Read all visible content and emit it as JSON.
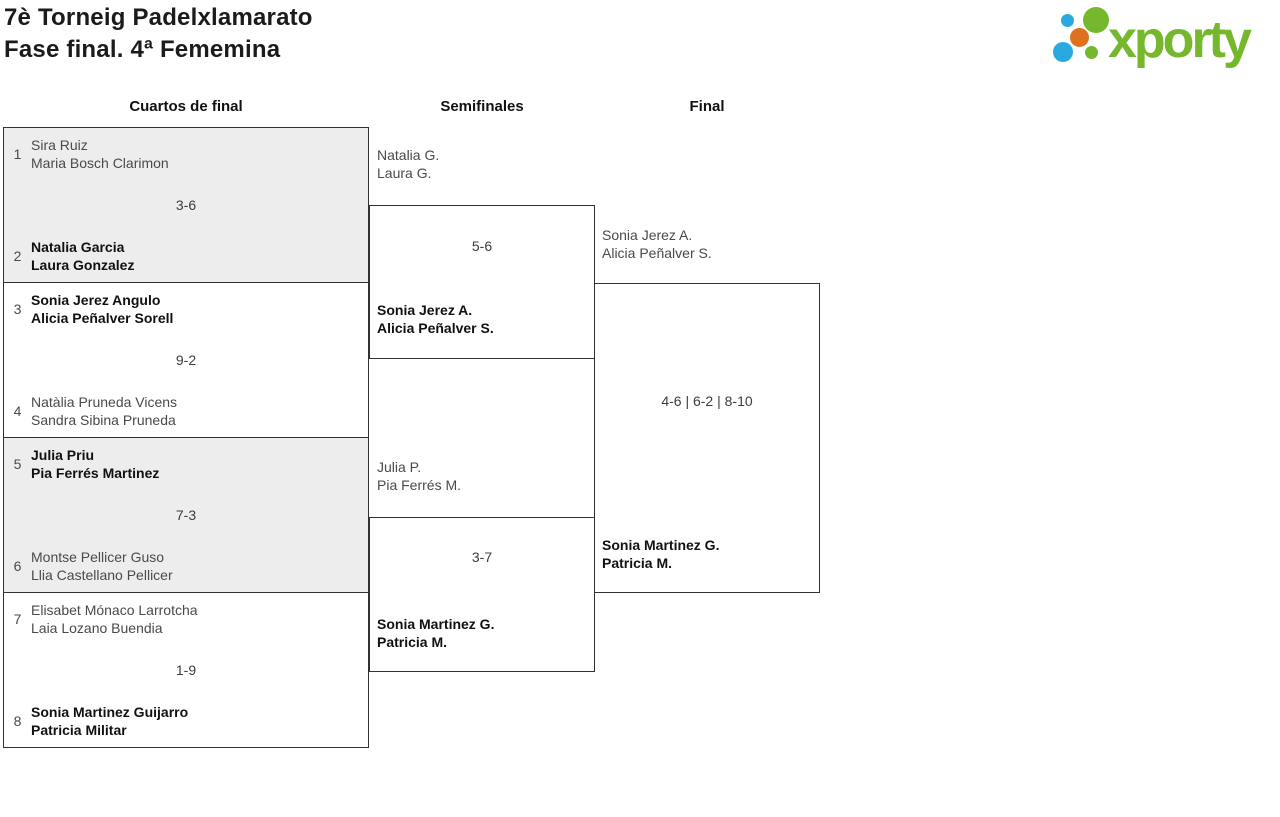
{
  "page": {
    "title_line1": "7è Torneig Padelxlamarato",
    "title_line2": "Fase final. 4ª Fememina"
  },
  "logo": {
    "text": "xporty",
    "colors": {
      "green": "#76b82d",
      "blue": "#29a9e0",
      "orange": "#e0711c"
    }
  },
  "rounds": {
    "quarterfinals": "Cuartos de final",
    "semifinals": "Semifinales",
    "final": "Final"
  },
  "quarterfinals": [
    {
      "seed_a": "1",
      "team_a1": "Sira Ruiz",
      "team_a2": "Maria Bosch Clarimon",
      "score": "3-6",
      "seed_b": "2",
      "team_b1": "Natalia Garcia",
      "team_b2": "Laura Gonzalez",
      "winner": "b"
    },
    {
      "seed_a": "3",
      "team_a1": "Sonia Jerez Angulo",
      "team_a2": "Alicia Peñalver Sorell",
      "score": "9-2",
      "seed_b": "4",
      "team_b1": "Natàlia Pruneda Vicens",
      "team_b2": "Sandra Sibina Pruneda",
      "winner": "a"
    },
    {
      "seed_a": "5",
      "team_a1": "Julia Priu",
      "team_a2": "Pia Ferrés Martinez",
      "score": "7-3",
      "seed_b": "6",
      "team_b1": "Montse Pellicer Guso",
      "team_b2": "Llia Castellano Pellicer",
      "winner": "a"
    },
    {
      "seed_a": "7",
      "team_a1": "Elisabet Mónaco Larrotcha",
      "team_a2": "Laia Lozano Buendia",
      "score": "1-9",
      "seed_b": "8",
      "team_b1": "Sonia Martinez Guijarro",
      "team_b2": "Patricia Militar",
      "winner": "b"
    }
  ],
  "semifinals": [
    {
      "team_a1": "Natalia G.",
      "team_a2": "Laura G.",
      "score": "5-6",
      "team_b1": "Sonia Jerez A.",
      "team_b2": "Alicia Peñalver S.",
      "winner": "b"
    },
    {
      "team_a1": "Julia P.",
      "team_a2": "Pia Ferrés M.",
      "score": "3-7",
      "team_b1": "Sonia Martinez G.",
      "team_b2": "Patricia M.",
      "winner": "b"
    }
  ],
  "final": {
    "team_a1": "Sonia Jerez A.",
    "team_a2": "Alicia Peñalver S.",
    "score": "4-6 | 6-2 | 8-10",
    "team_b1": "Sonia Martinez G.",
    "team_b2": "Patricia M.",
    "winner": "b"
  }
}
